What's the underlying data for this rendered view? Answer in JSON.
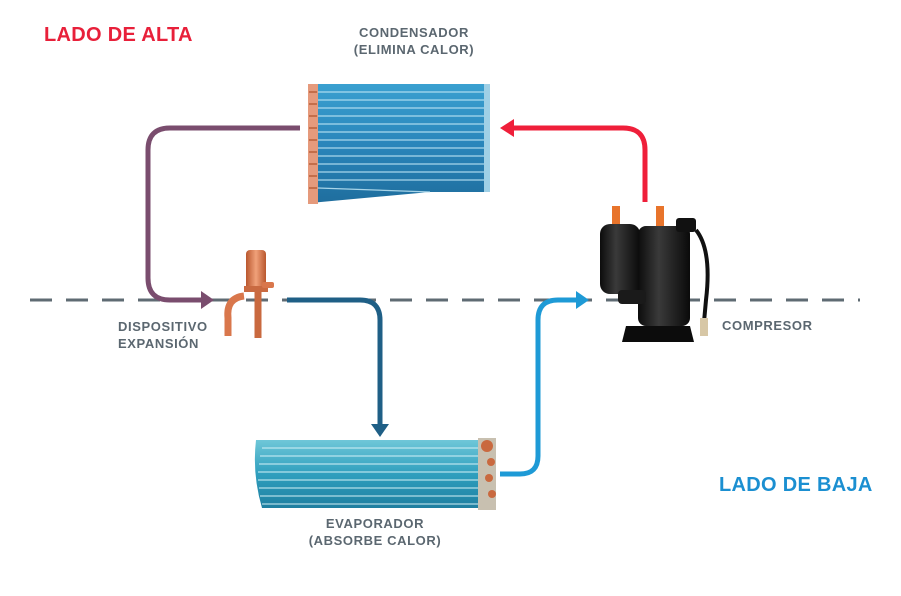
{
  "sides": {
    "high": "LADO DE ALTA",
    "low": "LADO DE BAJA"
  },
  "components": {
    "condenser": {
      "line1": "CONDENSADOR",
      "line2": "(ELIMINA CALOR)"
    },
    "expansion": {
      "line1": "DISPOSITIVO",
      "line2": "EXPANSIÓN"
    },
    "compressor": {
      "line1": "COMPRESOR"
    },
    "evaporator": {
      "line1": "EVAPORADOR",
      "line2": "(ABSORBE CALOR)"
    }
  },
  "colors": {
    "high_side": "#e8203a",
    "low_side": "#1b8fd1",
    "hot_line": "#ef1f3a",
    "liquid_line": "#7a4d6e",
    "cold_line": "#1f5f86",
    "suction_line": "#1e9ad6",
    "divider": "#5f6b73",
    "coil": "#2b8fbf",
    "copper": "#d9774c"
  }
}
